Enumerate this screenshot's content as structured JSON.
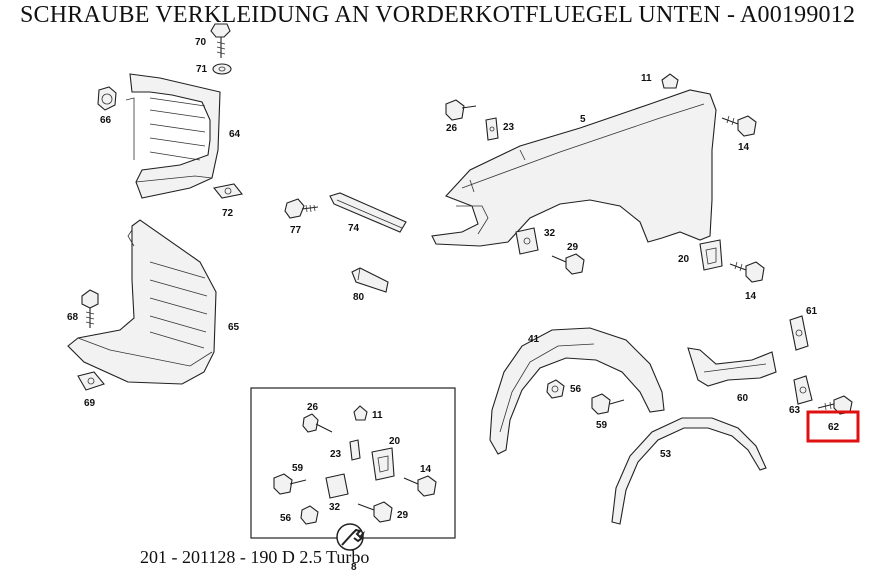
{
  "header": {
    "title": "SCHRAUBE VERKLEIDUNG AN VORDERKOTFLUEGEL UNTEN - A00199012"
  },
  "footer": {
    "caption": "201 - 201128 - 190 D 2.5 Turbo"
  },
  "highlight": {
    "part_number": "62",
    "color": "#e01010"
  },
  "parts": {
    "p5": "5",
    "p8": "8",
    "p11a": "11",
    "p11b": "11",
    "p14a": "14",
    "p14b": "14",
    "p14c": "14",
    "p20a": "20",
    "p20b": "20",
    "p23a": "23",
    "p23b": "23",
    "p26a": "26",
    "p26b": "26",
    "p29a": "29",
    "p29b": "29",
    "p32a": "32",
    "p32b": "32",
    "p41": "41",
    "p53": "53",
    "p56a": "56",
    "p56b": "56",
    "p59a": "59",
    "p59b": "59",
    "p60": "60",
    "p61": "61",
    "p62": "62",
    "p63": "63",
    "p64": "64",
    "p65": "65",
    "p66": "66",
    "p68": "68",
    "p69": "69",
    "p70": "70",
    "p71": "71",
    "p72": "72",
    "p74": "74",
    "p77": "77",
    "p80": "80"
  }
}
